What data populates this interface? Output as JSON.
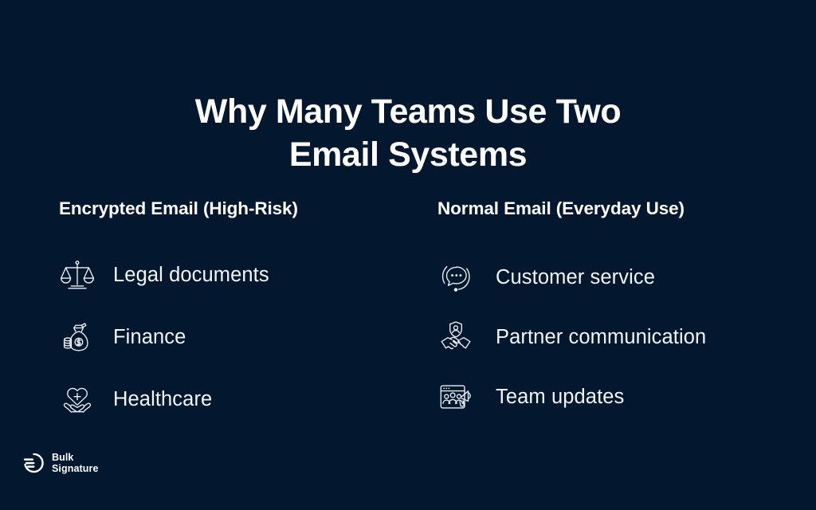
{
  "theme": {
    "background": "#03172e",
    "text": "#ffffff",
    "icon_stroke": "#eef3f8"
  },
  "title": "Why Many Teams Use Two\nEmail Systems",
  "columns": [
    {
      "heading": "Encrypted Email (High-Risk)",
      "items": [
        {
          "label": "Legal documents",
          "icon": "balance-scales-icon"
        },
        {
          "label": "Finance",
          "icon": "money-bag-coins-icon"
        },
        {
          "label": "Healthcare",
          "icon": "heart-cross-in-hands-icon"
        }
      ]
    },
    {
      "heading": "Normal Email (Everyday Use)",
      "items": [
        {
          "label": "Customer service",
          "icon": "chat-bubble-dots-icon"
        },
        {
          "label": "Partner communication",
          "icon": "handshake-shield-icon"
        },
        {
          "label": "Team updates",
          "icon": "browser-people-megaphone-icon"
        }
      ]
    }
  ],
  "logo": {
    "mark": "bulk-signature-logo-icon",
    "line1": "Bulk",
    "line2": "Signature"
  }
}
